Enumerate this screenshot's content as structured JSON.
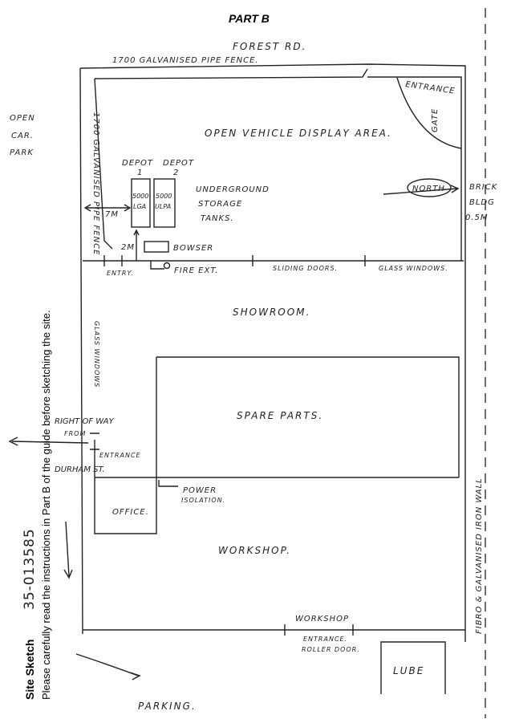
{
  "header": {
    "title": "PART B"
  },
  "form": {
    "heading": "Site Sketch",
    "instructions": "Please carefully read the instructions in Part B of the guide before sketching the site.",
    "reference": "35-013585"
  },
  "labels": {
    "forest_rd": "FOREST RD.",
    "top_fence": "1700 GALVANISED PIPE FENCE.",
    "left_fence": "1700 GALVANISED PIPE FENCE",
    "open_car_park": [
      "OPEN",
      "CAR.",
      "PARK"
    ],
    "entrance_top": "ENTRANCE",
    "gate": "GATE",
    "display_area": "OPEN VEHICLE DISPLAY AREA.",
    "north": "NORTH",
    "brick_bldg": [
      "BRICK",
      "BLDG",
      "0.5M"
    ],
    "depot1": [
      "DEPOT",
      "1"
    ],
    "depot2": [
      "DEPOT",
      "2"
    ],
    "tank1": [
      "5000",
      "LGA"
    ],
    "tank2": [
      "5000",
      "ULPA"
    ],
    "tanks": [
      "UNDERGROUND",
      "STORAGE",
      "TANKS."
    ],
    "dist_7m": "7M",
    "dist_2m": "2M",
    "bowser": "BOWSER",
    "entry": "ENTRY.",
    "fire_ext": "FIRE EXT.",
    "sliding_doors": "SLIDING DOORS.",
    "glass_windows_top": "GLASS WINDOWS.",
    "showroom": "SHOWROOM.",
    "glass_windows_side": "GLASS WINDOWS",
    "spare_parts": "SPARE PARTS.",
    "right_of_way": [
      "RIGHT OF WAY",
      "FROM",
      "DURHAM ST."
    ],
    "entrance_side": "ENTRANCE",
    "power": [
      "POWER",
      "ISOLATION."
    ],
    "office": "OFFICE.",
    "workshop": "WORKSHOP.",
    "workshop_entrance": [
      "WORKSHOP",
      "ENTRANCE.",
      "ROLLER DOOR."
    ],
    "side_wall": "FIBRO & GALVANISED IRON WALL",
    "lube": "LUBE",
    "parking": "PARKING."
  }
}
